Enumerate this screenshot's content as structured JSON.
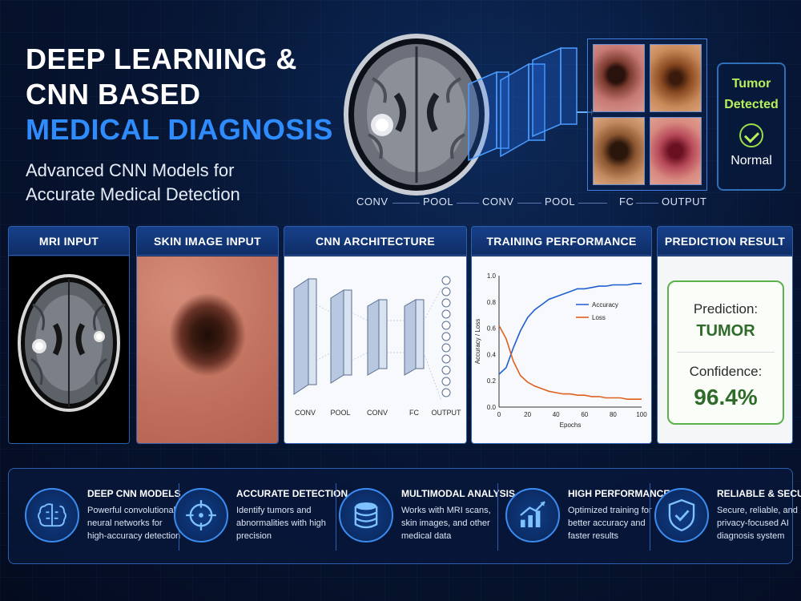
{
  "header": {
    "title_line1": "DEEP LEARNING &",
    "title_line2": "CNN BASED",
    "title_accent": "MEDICAL DIAGNOSIS",
    "subtitle_line1": "Advanced CNN Models for",
    "subtitle_line2": "Accurate Medical Detection"
  },
  "pipeline": {
    "labels": [
      "CONV",
      "POOL",
      "CONV",
      "POOL",
      "FC",
      "OUTPUT"
    ],
    "result": {
      "line1": "Tumor",
      "line2": "Detected",
      "alt": "Normal",
      "icon": "check-circle-icon"
    }
  },
  "panels": {
    "mri": {
      "title": "MRI INPUT"
    },
    "skin": {
      "title": "SKIN IMAGE INPUT"
    },
    "cnn": {
      "title": "CNN ARCHITECTURE",
      "labels": [
        "CONV",
        "POOL",
        "CONV",
        "FC",
        "OUTPUT"
      ]
    },
    "training": {
      "title": "TRAINING PERFORMANCE"
    },
    "prediction": {
      "title": "PREDICTION RESULT",
      "prediction_label": "Prediction:",
      "prediction_value": "TUMOR",
      "confidence_label": "Confidence:",
      "confidence_value": "96.4%"
    }
  },
  "chart_data": {
    "type": "line",
    "xlabel": "Epochs",
    "ylabel": "Accuracy / Loss",
    "xlim": [
      0,
      100
    ],
    "ylim": [
      0,
      1.0
    ],
    "xticks": [
      "0",
      "20",
      "40",
      "60",
      "80",
      "100"
    ],
    "yticks": [
      "0.0",
      "0.2",
      "0.4",
      "0.6",
      "0.8",
      "1.0"
    ],
    "legend": "top-right",
    "series": [
      {
        "name": "Accuracy",
        "color": "#1f5fd0",
        "x": [
          0,
          5,
          10,
          15,
          20,
          25,
          30,
          35,
          40,
          45,
          50,
          55,
          60,
          65,
          70,
          75,
          80,
          85,
          90,
          95,
          100
        ],
        "y": [
          0.25,
          0.3,
          0.45,
          0.58,
          0.68,
          0.74,
          0.78,
          0.82,
          0.84,
          0.86,
          0.88,
          0.9,
          0.9,
          0.91,
          0.92,
          0.92,
          0.93,
          0.93,
          0.93,
          0.94,
          0.94
        ]
      },
      {
        "name": "Loss",
        "color": "#e06020",
        "x": [
          0,
          5,
          10,
          15,
          20,
          25,
          30,
          35,
          40,
          45,
          50,
          55,
          60,
          65,
          70,
          75,
          80,
          85,
          90,
          95,
          100
        ],
        "y": [
          0.62,
          0.52,
          0.35,
          0.24,
          0.19,
          0.16,
          0.14,
          0.12,
          0.11,
          0.1,
          0.1,
          0.09,
          0.09,
          0.08,
          0.08,
          0.07,
          0.07,
          0.07,
          0.06,
          0.06,
          0.06
        ]
      }
    ]
  },
  "features": [
    {
      "icon": "brain-icon",
      "title": "DEEP CNN MODELS",
      "desc": "Powerful convolutional neural networks for high-accuracy detection"
    },
    {
      "icon": "target-icon",
      "title": "ACCURATE DETECTION",
      "desc": "Identify tumors and abnormalities with high precision"
    },
    {
      "icon": "database-icon",
      "title": "MULTIMODAL ANALYSIS",
      "desc": "Works with MRI scans, skin images, and other medical data"
    },
    {
      "icon": "chart-icon",
      "title": "HIGH PERFORMANCE",
      "desc": "Optimized training for better accuracy and faster results"
    },
    {
      "icon": "shield-check-icon",
      "title": "RELIABLE & SECURE",
      "desc": "Secure, reliable, and privacy-focused AI diagnosis system"
    }
  ],
  "colors": {
    "accent": "#2f8cff",
    "positive": "#2f6b2a",
    "tumor": "#b6f05a"
  }
}
